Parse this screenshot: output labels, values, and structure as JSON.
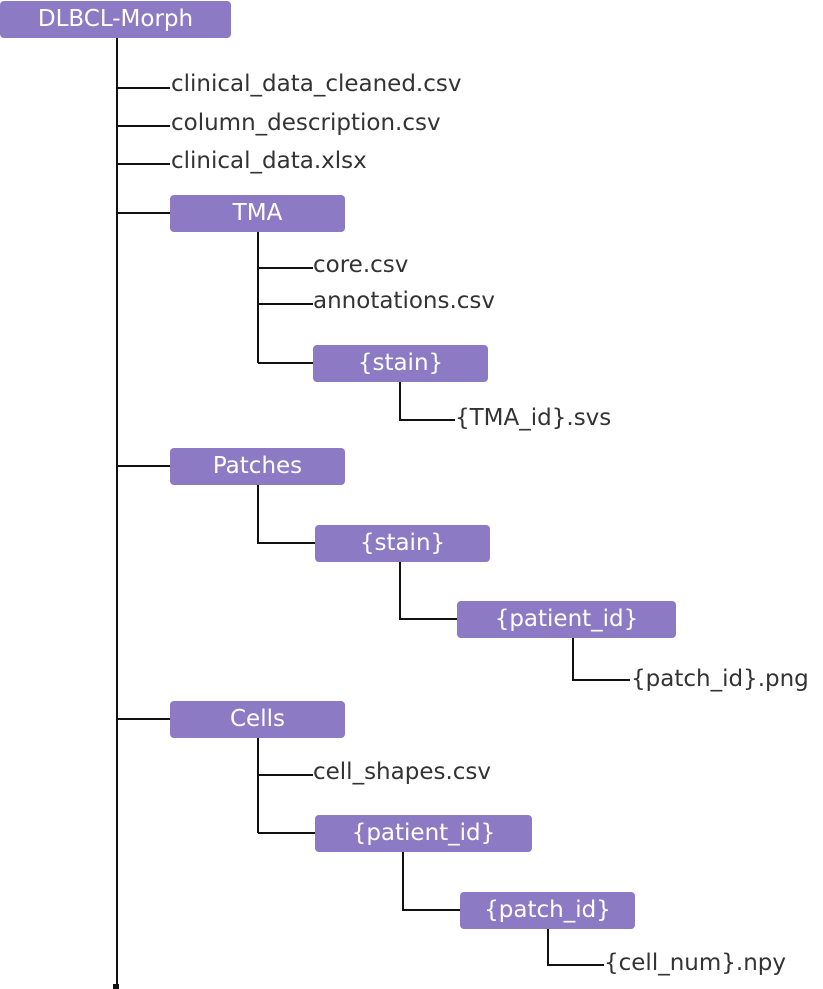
{
  "colors": {
    "folder_fill": "#8c7bc4",
    "folder_text": "#ffffff",
    "file_text": "#333333",
    "connector": "#111111"
  },
  "tree": {
    "root": "DLBCL-Morph",
    "root_files": [
      "clinical_data_cleaned.csv",
      "column_description.csv",
      "clinical_data.xlsx"
    ],
    "tma": {
      "label": "TMA",
      "files": [
        "core.csv",
        "annotations.csv"
      ],
      "stain": {
        "label": "{stain}",
        "file": "{TMA_id}.svs"
      }
    },
    "patches": {
      "label": "Patches",
      "stain": {
        "label": "{stain}",
        "patient": {
          "label": "{patient_id}",
          "file": "{patch_id}.png"
        }
      }
    },
    "cells": {
      "label": "Cells",
      "file": "cell_shapes.csv",
      "patient": {
        "label": "{patient_id}",
        "patch": {
          "label": "{patch_id}",
          "file": "{cell_num}.npy"
        }
      }
    }
  }
}
